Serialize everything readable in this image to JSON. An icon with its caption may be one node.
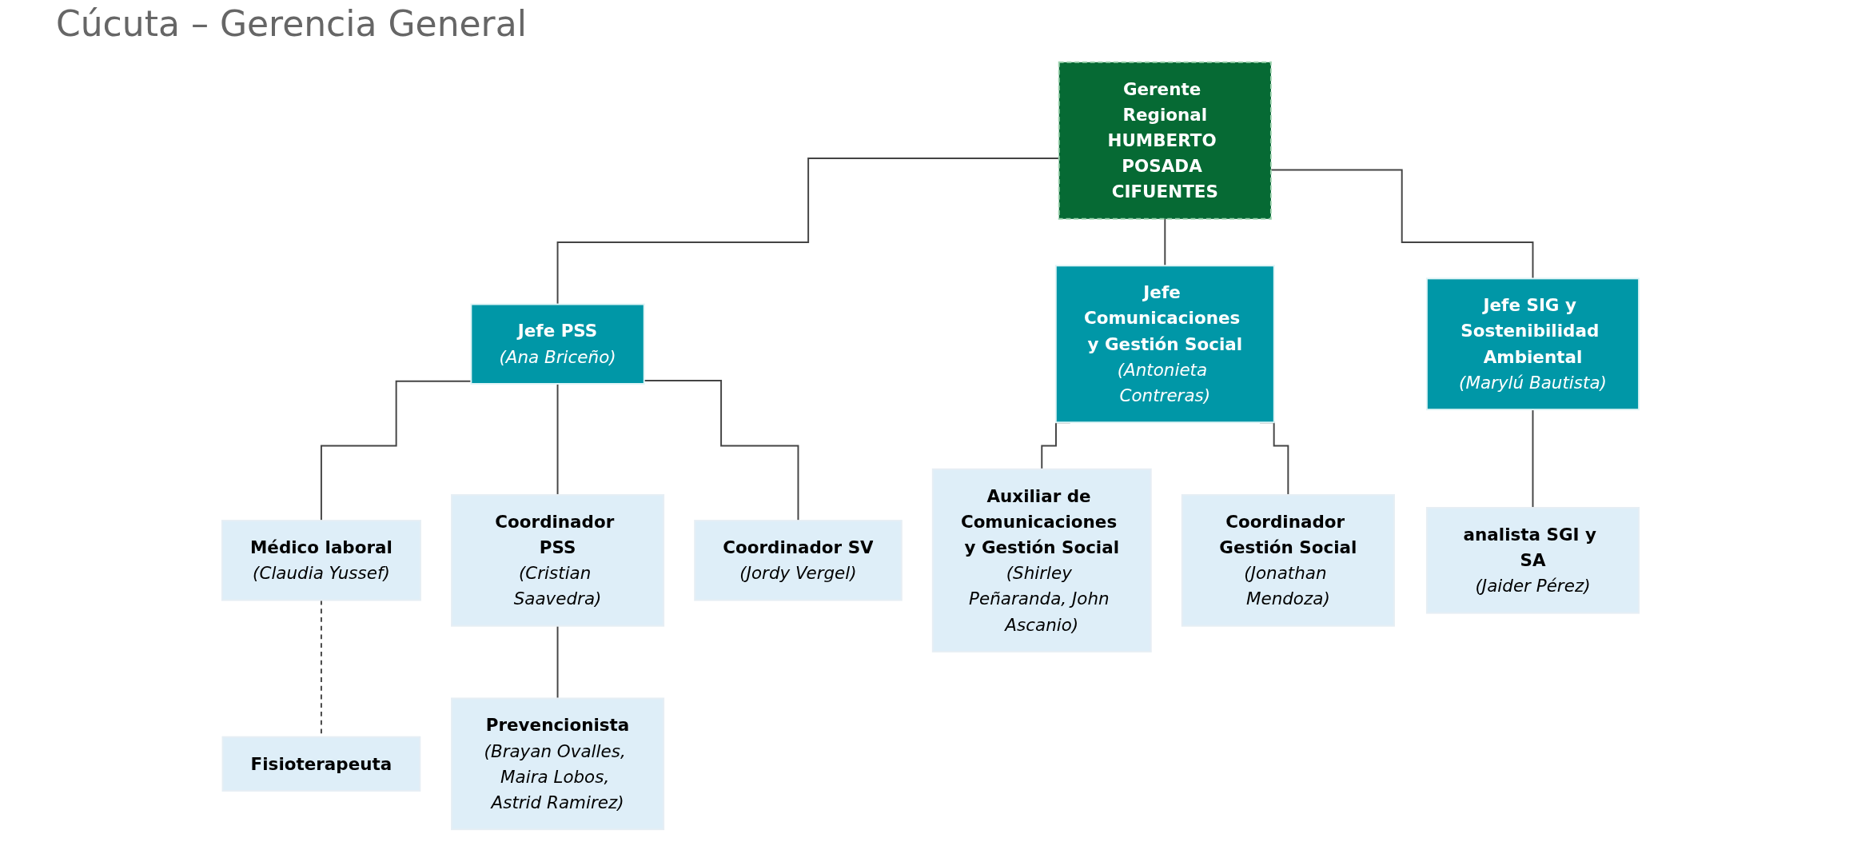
{
  "diagram": {
    "title": "Cúcuta – Gerencia General",
    "nodes": [
      {
        "text": [
          "Gerente Regional",
          "HUMBERTO POSADA CIFUENTES"
        ]
      },
      {
        "text": [
          "Jefe PSS",
          "(Ana Briceño)"
        ]
      },
      {
        "text": [
          "Jefe Comunicaciones y Gestión Social",
          "(Antonieta Contreras)"
        ]
      },
      {
        "text": [
          "Jefe SIG y Sostenibilidad Ambiental",
          "(Marylú Bautista)"
        ]
      },
      {
        "text": [
          "Médico laboral",
          "(Claudia Yussef)"
        ]
      },
      {
        "text": [
          "Coordinador PSS",
          "(Cristian Saavedra)"
        ]
      },
      {
        "text": [
          "Coordinador SV",
          "(Jordy Vergel)"
        ]
      },
      {
        "text": [
          "Coordinador Gestión Social",
          "(Jonathan Mendoza)"
        ]
      },
      {
        "text": [
          "analista SGI y SA",
          "(Jaider Pérez)"
        ]
      },
      {
        "text": [
          "Fisioterapeuta"
        ]
      },
      {
        "text": [
          "Prevencionista",
          "(Brayan Ovalles, Maira Lobos, Astrid Ramirez)"
        ]
      },
      {
        "text": [
          "Auxiliar de Comunicaciones y Gestión Social",
          "(Shirley Peñaranda, John Ascanio)"
        ]
      }
    ],
    "edges": [
      {
        "from": 0,
        "to": 1,
        "arrow": "none"
      },
      {
        "from": 0,
        "to": 2,
        "arrow": "none"
      },
      {
        "from": 0,
        "to": 3,
        "arrow": "none"
      },
      {
        "from": 1,
        "to": 4,
        "arrow": "none"
      },
      {
        "from": 1,
        "to": 5,
        "arrow": "none"
      },
      {
        "from": 1,
        "to": 6,
        "arrow": "none"
      },
      {
        "from": 2,
        "to": 11,
        "arrow": "none"
      },
      {
        "from": 2,
        "to": 7,
        "arrow": "none"
      },
      {
        "from": 3,
        "to": 8,
        "arrow": "none"
      },
      {
        "from": 4,
        "to": 9,
        "arrow": "none",
        "style": "dashed"
      },
      {
        "from": 5,
        "to": 10,
        "arrow": "none"
      }
    ]
  }
}
